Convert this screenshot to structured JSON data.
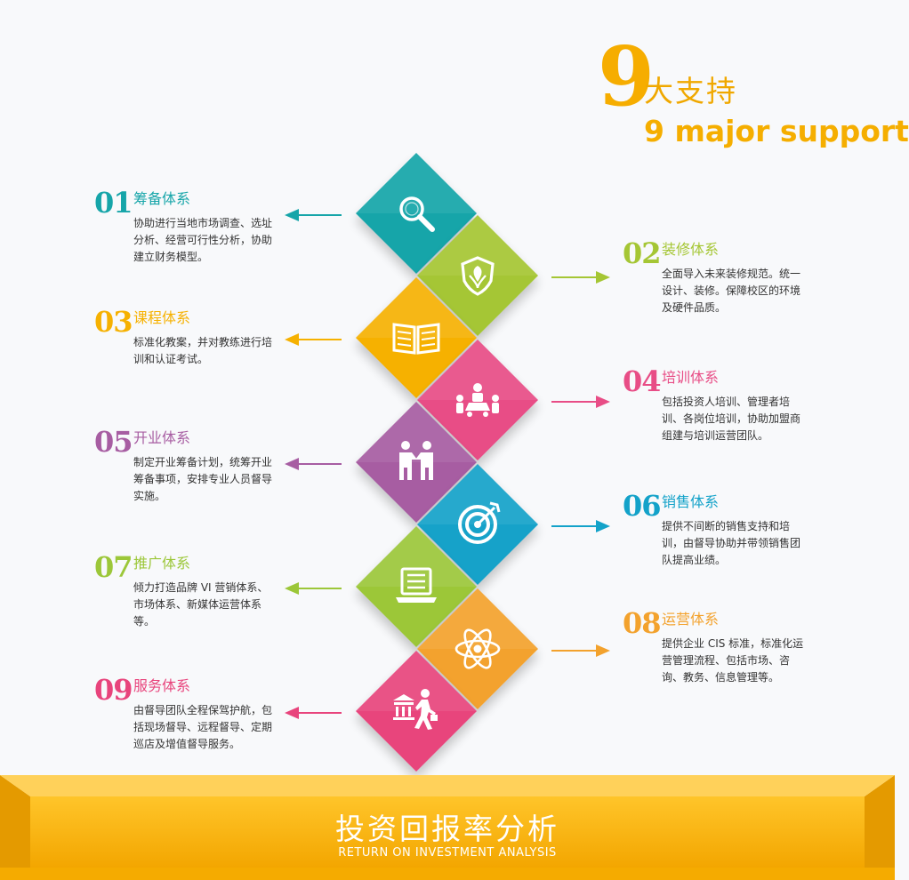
{
  "heading": {
    "number": "9",
    "title_cn": "大支持",
    "title_en": "9 major support"
  },
  "items": [
    {
      "num": "01",
      "title": "筹备体系",
      "desc": "协助进行当地市场调查、选址分析、经营可行性分析，协助建立财务模型。",
      "color": "#16a5a9",
      "icon": "magnifier-icon"
    },
    {
      "num": "02",
      "title": "装修体系",
      "desc": "全面导入未来装修规范。统一设计、装修。保障校区的环境及硬件品质。",
      "color": "#a5c634",
      "icon": "shield-leaf-icon"
    },
    {
      "num": "03",
      "title": "课程体系",
      "desc": "标准化教案，并对教练进行培训和认证考试。",
      "color": "#f6b101",
      "icon": "book-icon"
    },
    {
      "num": "04",
      "title": "培训体系",
      "desc": "包括投资人培训、管理者培训、各岗位培训，协助加盟商组建与培训运营团队。",
      "color": "#e84d86",
      "icon": "meeting-icon"
    },
    {
      "num": "05",
      "title": "开业体系",
      "desc": "制定开业筹备计划，统筹开业筹备事项，安排专业人员督导实施。",
      "color": "#a75da2",
      "icon": "handshake-icon"
    },
    {
      "num": "06",
      "title": "销售体系",
      "desc": "提供不间断的销售支持和培训，由督导协助并带领销售团队提高业绩。",
      "color": "#13a2c9",
      "icon": "target-icon"
    },
    {
      "num": "07",
      "title": "推广体系",
      "desc": "倾力打造品牌 VI 营销体系、市场体系、新媒体运营体系等。",
      "color": "#9cc739",
      "icon": "laptop-icon"
    },
    {
      "num": "08",
      "title": "运营体系",
      "desc": "提供企业 CIS 标准，标准化运营管理流程、包括市场、咨询、教务、信息管理等。",
      "color": "#f3a22d",
      "icon": "atom-icon"
    },
    {
      "num": "09",
      "title": "服务体系",
      "desc": "由督导团队全程保驾护航，包括现场督导、远程督导、定期巡店及增值督导服务。",
      "color": "#e8447c",
      "icon": "bank-walker-icon"
    }
  ],
  "banner": {
    "title_cn": "投资回报率分析",
    "title_en": "RETURN ON INVESTMENT ANALYSIS",
    "color": "#f7b500"
  }
}
